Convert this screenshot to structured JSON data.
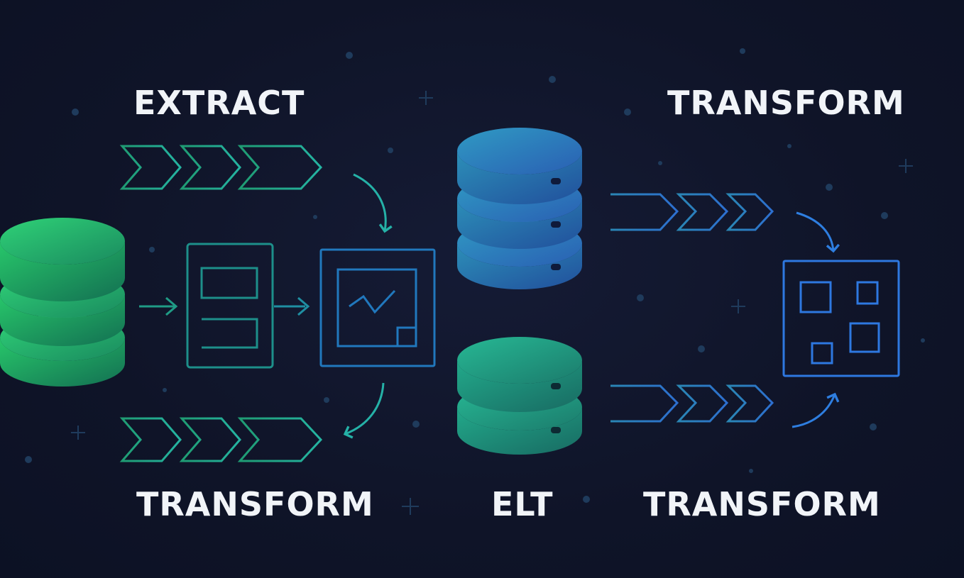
{
  "labels": {
    "extract": "EXTRACT",
    "transform_top_right": "TRANSFORM",
    "transform_bottom_left": "TRANSFORM",
    "elt": "ELT",
    "transform_bottom_right": "TRANSFORM"
  },
  "colors": {
    "background": "#0f1428",
    "green": "#21c46b",
    "teal": "#1fa39a",
    "blue": "#2f7de0",
    "text": "#f1f4f8"
  }
}
